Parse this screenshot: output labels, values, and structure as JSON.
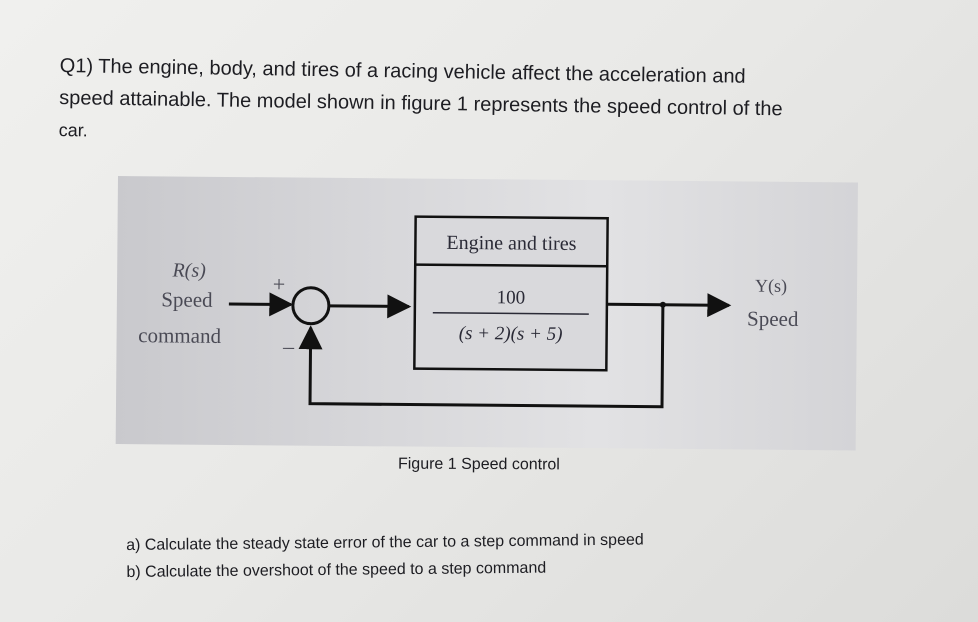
{
  "question": {
    "line1": "Q1) The engine, body, and tires of a racing vehicle affect the acceleration and",
    "line2": "speed attainable. The model shown in figure 1 represents the speed control of the",
    "line3": "car."
  },
  "diagram": {
    "input_symbol": "R(s)",
    "input_label_1": "Speed",
    "input_label_2": "command",
    "plus_sign": "+",
    "minus_sign": "–",
    "block_title": "Engine and tires",
    "numerator": "100",
    "denominator": "(s + 2)(s + 5)",
    "output_symbol": "Y(s)",
    "output_label": "Speed"
  },
  "caption": "Figure 1 Speed control",
  "parts": {
    "a": "a) Calculate the steady state error of the car to a step command in speed",
    "b": "b) Calculate the overshoot of the speed to a step command"
  }
}
